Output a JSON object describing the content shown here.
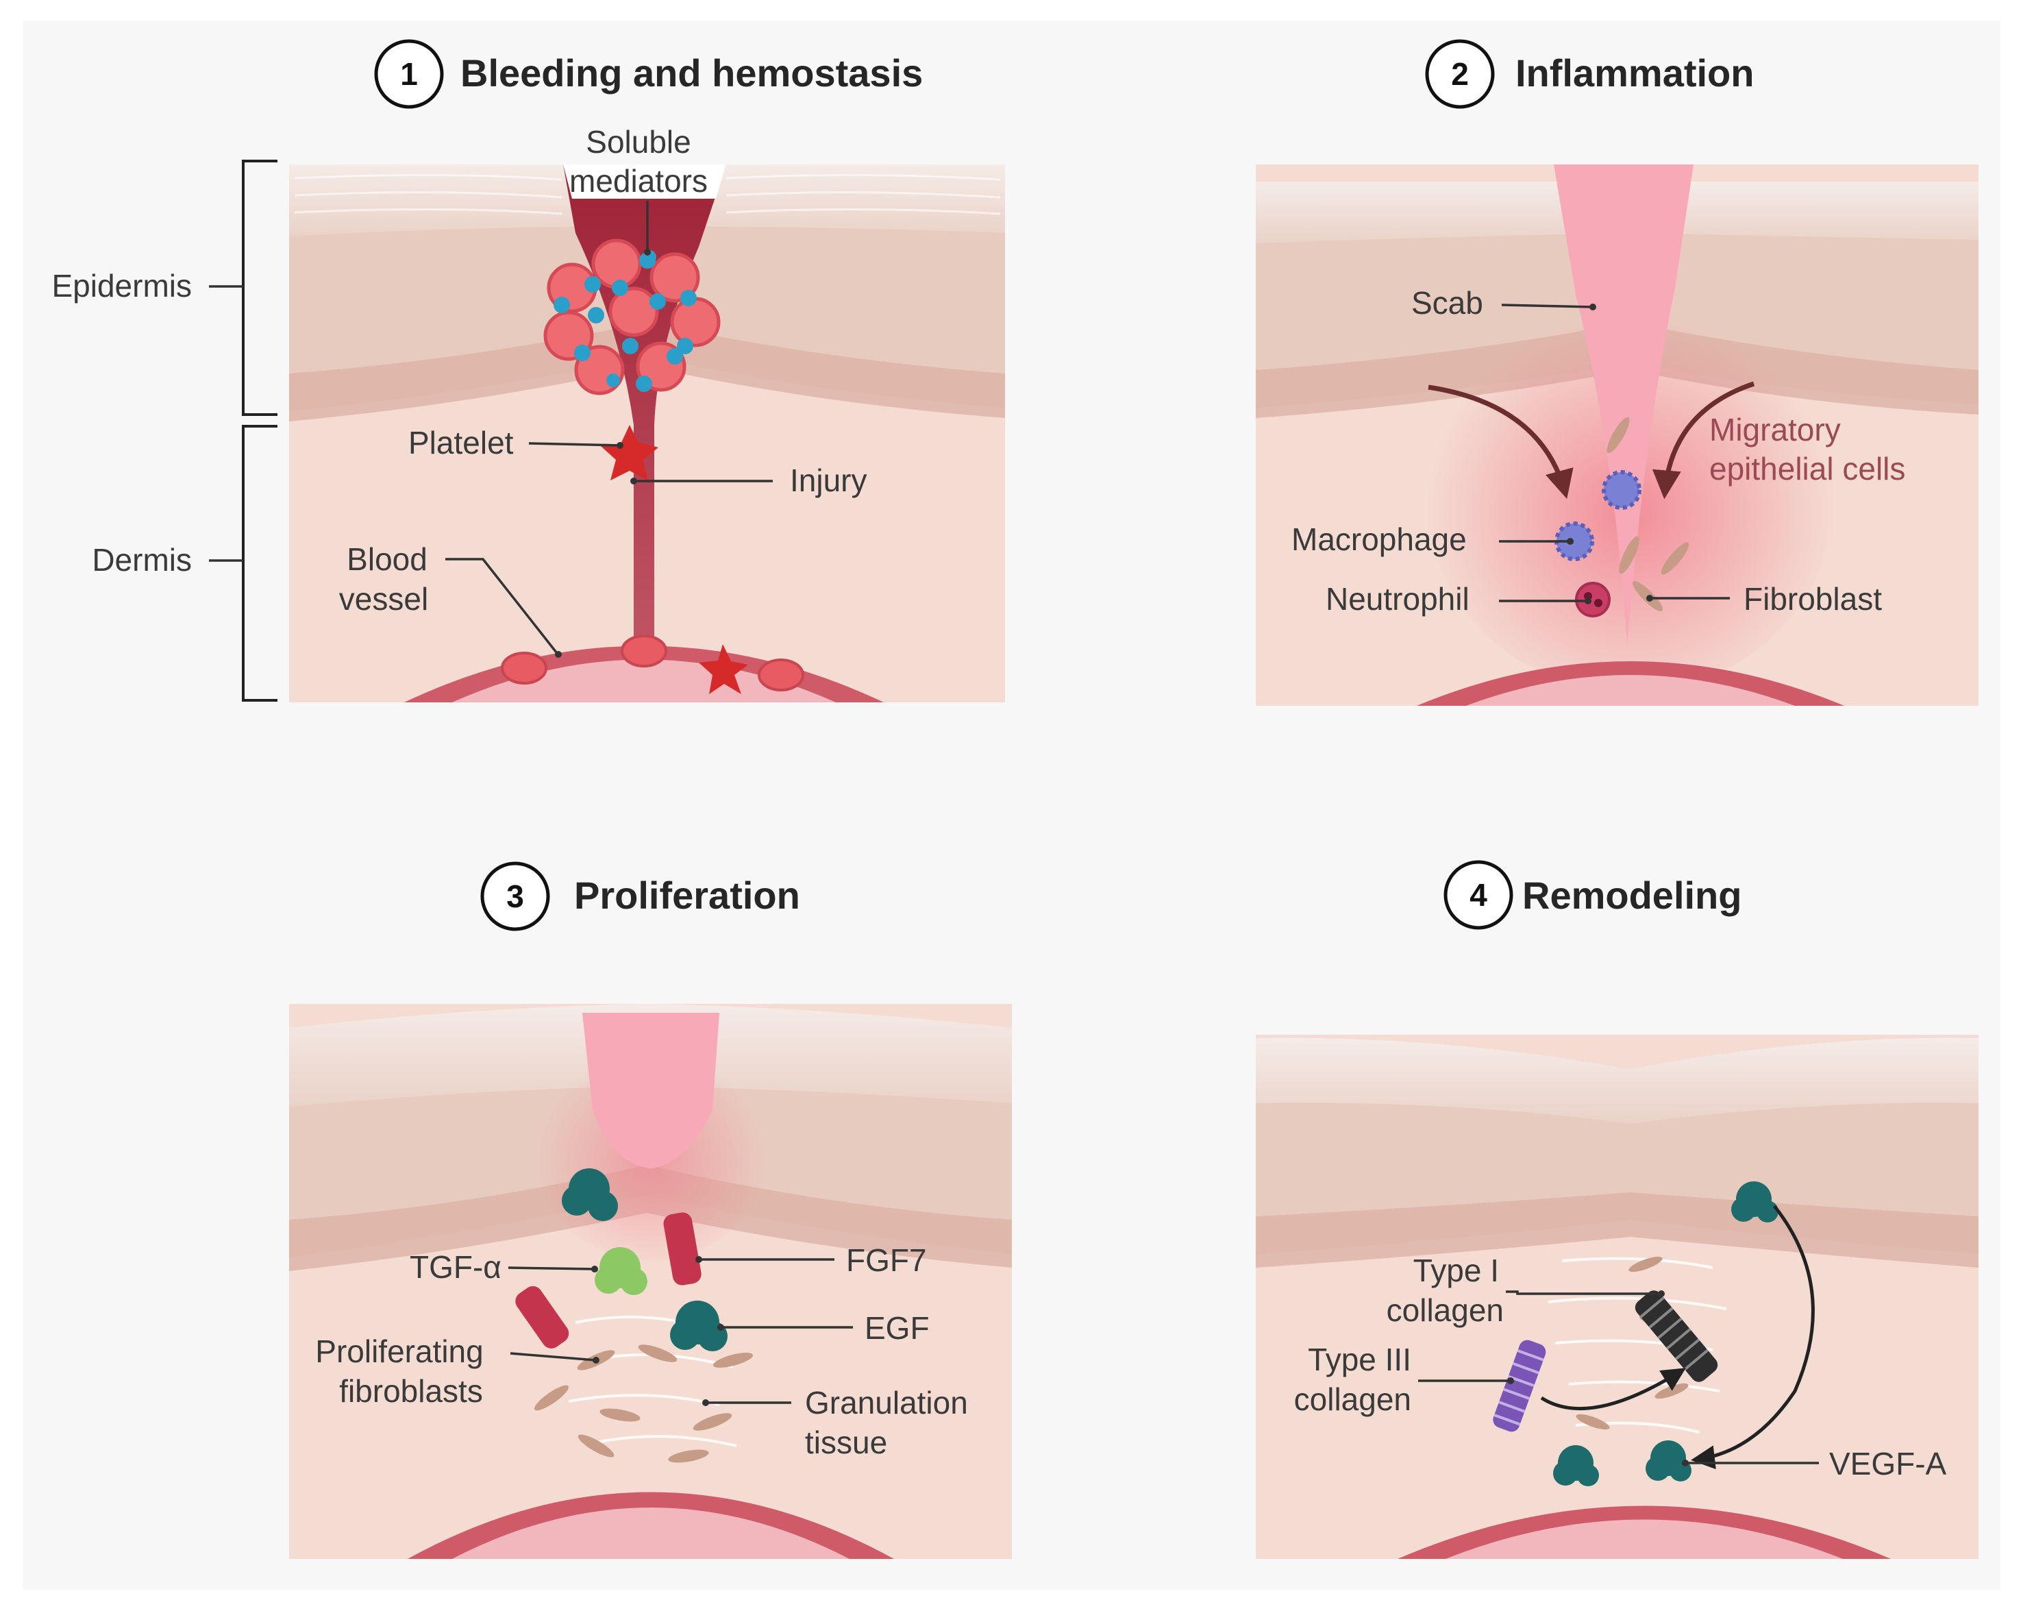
{
  "panels": [
    {
      "number": "1",
      "title": "Bleeding and hemostasis"
    },
    {
      "number": "2",
      "title": "Inflammation"
    },
    {
      "number": "3",
      "title": "Proliferation"
    },
    {
      "number": "4",
      "title": "Remodeling"
    }
  ],
  "labels": {
    "epidermis": "Epidermis",
    "dermis": "Dermis",
    "soluble_1": "Soluble",
    "soluble_2": "mediators",
    "platelet": "Platelet",
    "injury": "Injury",
    "blood_1": "Blood",
    "blood_2": "vessel",
    "scab": "Scab",
    "migratory_1": "Migratory",
    "migratory_2": "epithelial cells",
    "macrophage": "Macrophage",
    "neutrophil": "Neutrophil",
    "fibroblast": "Fibroblast",
    "tgfa": "TGF-α",
    "fgf7": "FGF7",
    "egf": "EGF",
    "prolif_1": "Proliferating",
    "prolif_2": "fibroblasts",
    "gran_1": "Granulation",
    "gran_2": "tissue",
    "type1_1": "Type I",
    "type1_2": "collagen",
    "type3_1": "Type III",
    "type3_2": "collagen",
    "vegf": "VEGF-A"
  },
  "colors": {
    "background": "#f7f7f7",
    "stratum": "#f3e4df",
    "epidermis": "#e8cbbf",
    "basal": "#dcb3a6",
    "dermis": "#f4dcd3",
    "blood": "#c24a59",
    "scab": "#f7a9b8",
    "teal": "#1e6b6b",
    "crimson": "#c4344d",
    "green": "#8cc864",
    "purple": "#7a55b6"
  }
}
